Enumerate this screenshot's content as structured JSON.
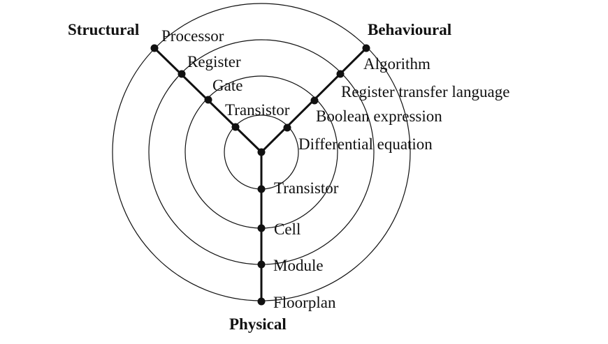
{
  "axes": {
    "structural": "Structural",
    "behavioural": "Behavioural",
    "physical": "Physical"
  },
  "structural_levels": [
    "Processor",
    "Register",
    "Gate",
    "Transistor"
  ],
  "behavioural_levels": [
    "Algorithm",
    "Register transfer language",
    "Boolean expression",
    "Differential equation"
  ],
  "physical_levels": [
    "Transistor",
    "Cell",
    "Module",
    "Floorplan"
  ]
}
